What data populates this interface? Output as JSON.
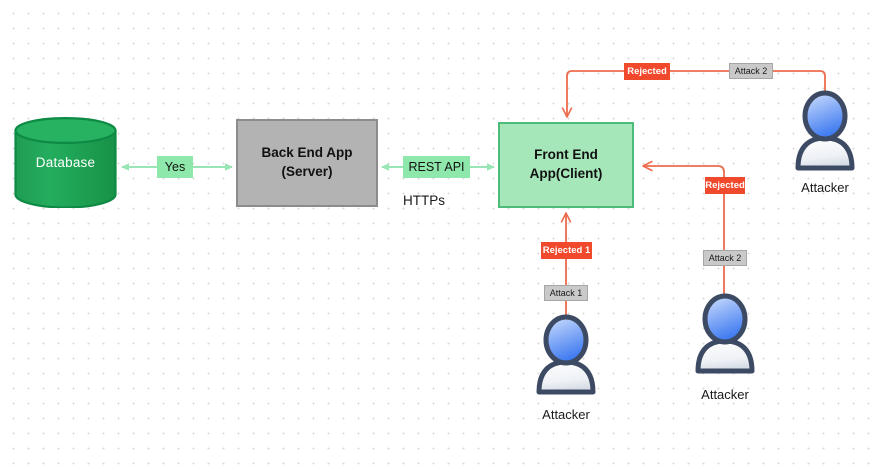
{
  "diagram": {
    "title": "Attack flow between attackers, front end client, back end server and database",
    "colors": {
      "database_fill": "#22a85a",
      "database_stroke": "#0d8a44",
      "backend_fill": "#b3b3b3",
      "backend_stroke": "#8c8c8c",
      "frontend_fill": "#a6e7ba",
      "frontend_stroke": "#4dbb7a",
      "green_edge": "#9ae5b5",
      "red_edge": "#ee6c4d",
      "rejected_label": "#f1492b",
      "attack_label": "#c9c9c9",
      "person_head": "#5b8df5",
      "person_outline": "#3d4a63",
      "canvas_background": "#ffffff",
      "grid_dot": "#d9d9d9"
    },
    "nodes": {
      "database": {
        "label": "Database"
      },
      "backend": {
        "line1": "Back End App",
        "line2": "(Server)"
      },
      "frontend": {
        "line1": "Front End",
        "line2": "App(Client)"
      },
      "attacker_top_right": {
        "label": "Attacker"
      },
      "attacker_bottom_center": {
        "label": "Attacker"
      },
      "attacker_bottom_right": {
        "label": "Attacker"
      }
    },
    "edge_labels": {
      "yes": "Yes",
      "rest_api": "REST API",
      "https": "HTTPs",
      "rejected_top": "Rejected",
      "attack_top": "Attack 2",
      "rejected_right": "Rejected",
      "attack_right": "Attack 2",
      "rejected_bottom": "Rejected 1",
      "attack_bottom": "Attack 1"
    }
  }
}
